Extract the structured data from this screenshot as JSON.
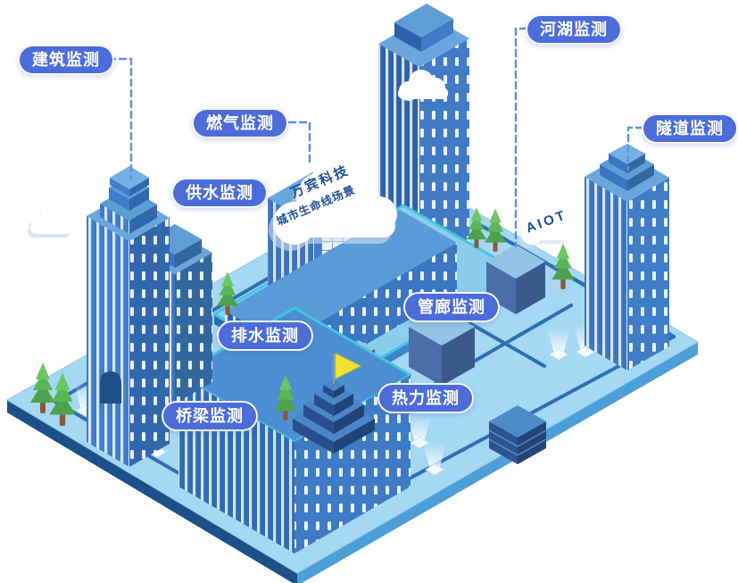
{
  "scene": {
    "labels": [
      {
        "key": "building",
        "text": "建筑监测"
      },
      {
        "key": "gas",
        "text": "燃气监测"
      },
      {
        "key": "river_lake",
        "text": "河湖监测"
      },
      {
        "key": "tunnel",
        "text": "隧道监测"
      },
      {
        "key": "water_supply",
        "text": "供水监测"
      },
      {
        "key": "pipe_gallery",
        "text": "管廊监测"
      },
      {
        "key": "drainage",
        "text": "排水监测"
      },
      {
        "key": "heating",
        "text": "热力监测"
      },
      {
        "key": "bridge",
        "text": "桥梁监测"
      }
    ],
    "clouds": {
      "brand_line1": "万宾科技",
      "brand_line2": "城市生命线场景",
      "aiot": "AIOT"
    },
    "colors": {
      "label_bg": "#4b6cd9",
      "label_text": "#ffffff",
      "connector": "#5f93dc",
      "cloud_text": "#1d4f96",
      "platform_top": "#a4d8f3",
      "building_blue": "#3e7ecb",
      "accent_cyan": "#43c5e2",
      "flag_yellow": "#f0e32f",
      "tree_green": "#5cb558"
    }
  }
}
